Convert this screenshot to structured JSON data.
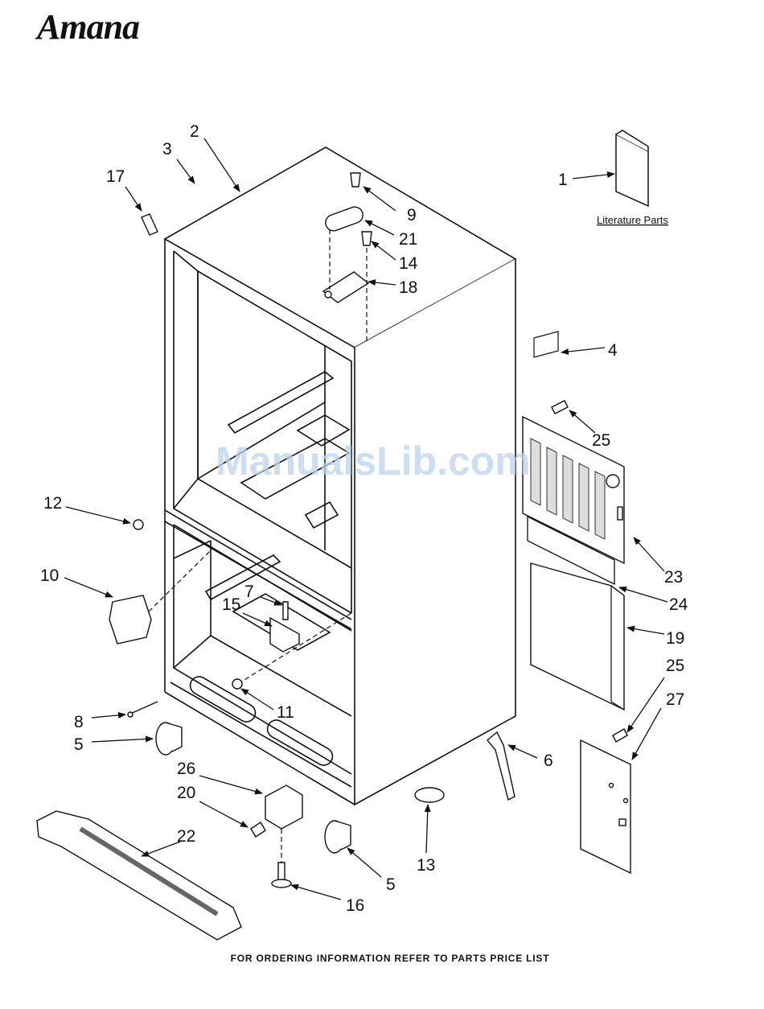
{
  "brand": "Amana",
  "watermark": "ManualsLib.com",
  "footer": "FOR ORDERING INFORMATION REFER TO PARTS PRICE LIST",
  "literature_label": "Literature Parts",
  "callouts": [
    {
      "id": "c1",
      "label": "1"
    },
    {
      "id": "c2",
      "label": "2"
    },
    {
      "id": "c3",
      "label": "3"
    },
    {
      "id": "c4",
      "label": "4"
    },
    {
      "id": "c5a",
      "label": "5"
    },
    {
      "id": "c5b",
      "label": "5"
    },
    {
      "id": "c6",
      "label": "6"
    },
    {
      "id": "c7",
      "label": "7"
    },
    {
      "id": "c8",
      "label": "8"
    },
    {
      "id": "c9",
      "label": "9"
    },
    {
      "id": "c10",
      "label": "10"
    },
    {
      "id": "c11",
      "label": "11"
    },
    {
      "id": "c12",
      "label": "12"
    },
    {
      "id": "c13",
      "label": "13"
    },
    {
      "id": "c14",
      "label": "14"
    },
    {
      "id": "c15",
      "label": "15"
    },
    {
      "id": "c16",
      "label": "16"
    },
    {
      "id": "c17",
      "label": "17"
    },
    {
      "id": "c18",
      "label": "18"
    },
    {
      "id": "c19",
      "label": "19"
    },
    {
      "id": "c20",
      "label": "20"
    },
    {
      "id": "c21",
      "label": "21"
    },
    {
      "id": "c22",
      "label": "22"
    },
    {
      "id": "c23",
      "label": "23"
    },
    {
      "id": "c24",
      "label": "24"
    },
    {
      "id": "c25a",
      "label": "25"
    },
    {
      "id": "c25b",
      "label": "25"
    },
    {
      "id": "c26",
      "label": "26"
    },
    {
      "id": "c27",
      "label": "27"
    }
  ]
}
